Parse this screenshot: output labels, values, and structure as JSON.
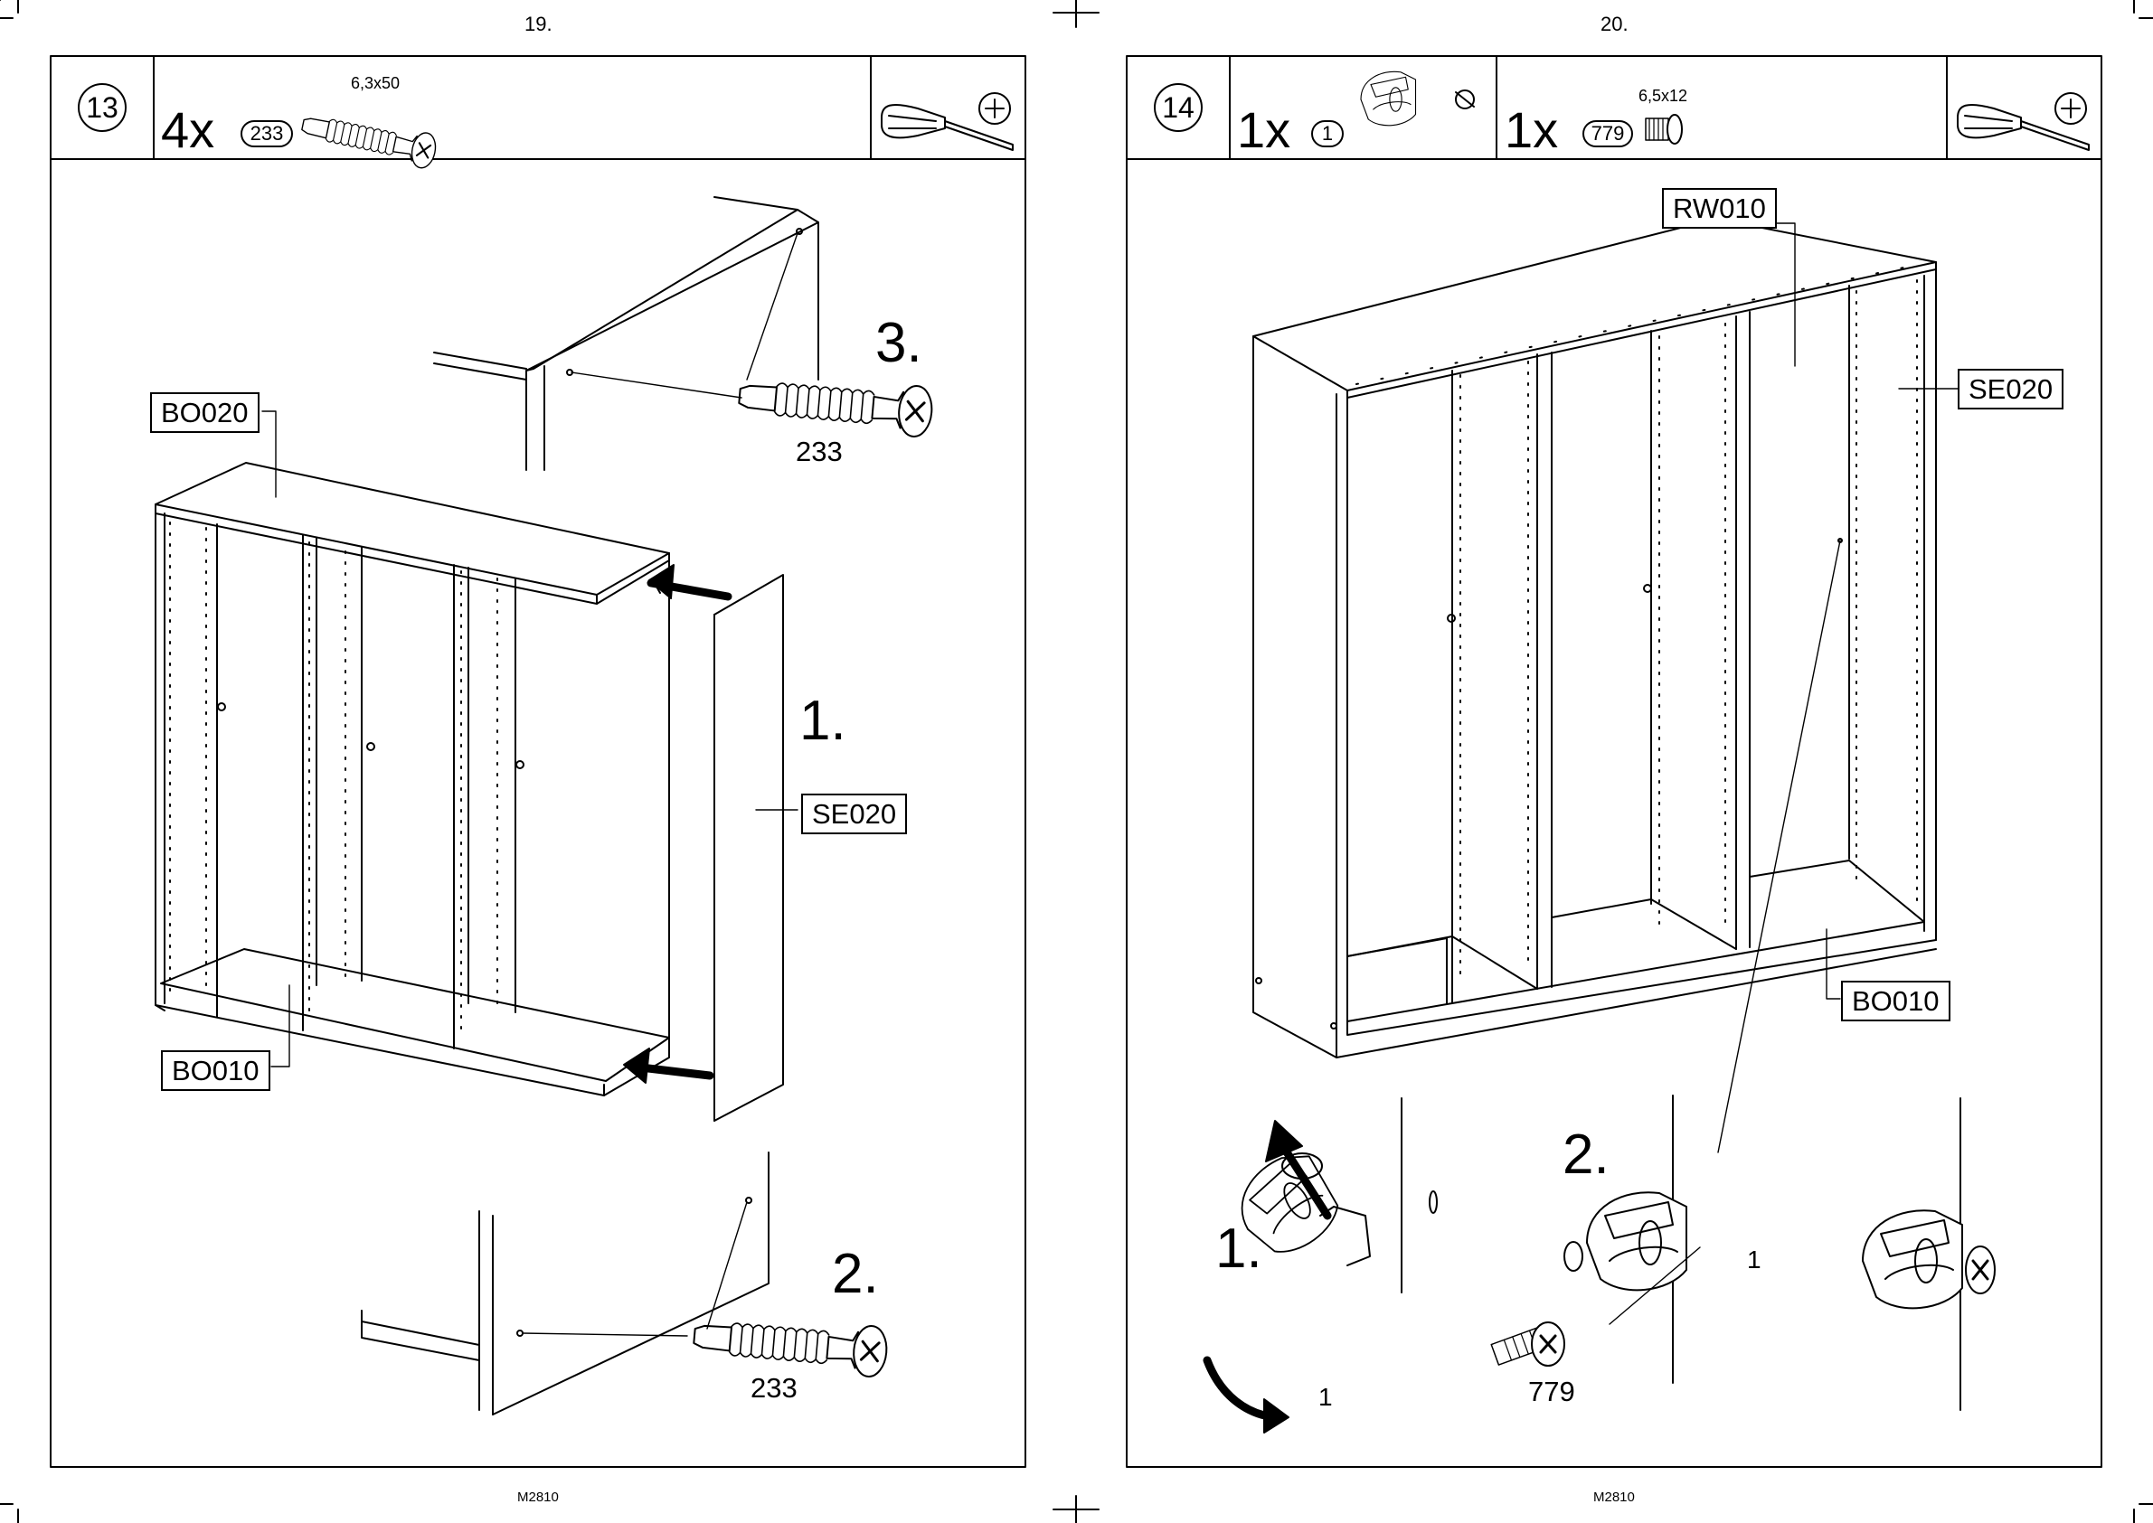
{
  "pages": [
    {
      "page_number": "19.",
      "footer": "M2810",
      "step": {
        "number": "13",
        "quantity": "4x",
        "part_id": "233",
        "screw_spec": "6,3x50"
      },
      "labels": {
        "top_panel": "BO020",
        "bottom_panel": "BO010",
        "side_panel": "SE020"
      },
      "callouts": {
        "step1": "1.",
        "step2": "2.",
        "step3": "3."
      },
      "screw_labels": {
        "upper": "233",
        "lower": "233"
      },
      "tools": [
        "screwdriver-icon",
        "phillips-icon"
      ]
    },
    {
      "page_number": "20.",
      "footer": "M2810",
      "step": {
        "number": "14",
        "quantity_a": "1x",
        "part_id_a": "1",
        "quantity_b": "1x",
        "part_id_b": "779",
        "screw_spec": "6,5x12"
      },
      "labels": {
        "back_panel": "RW010",
        "side_panel": "SE020",
        "bottom_panel": "BO010"
      },
      "callouts": {
        "step1": "1.",
        "step2": "2."
      },
      "detail_labels": {
        "bracket_a": "1",
        "bracket_b": "1",
        "screw": "779"
      },
      "tools": [
        "screwdriver-icon",
        "phillips-icon"
      ]
    }
  ]
}
